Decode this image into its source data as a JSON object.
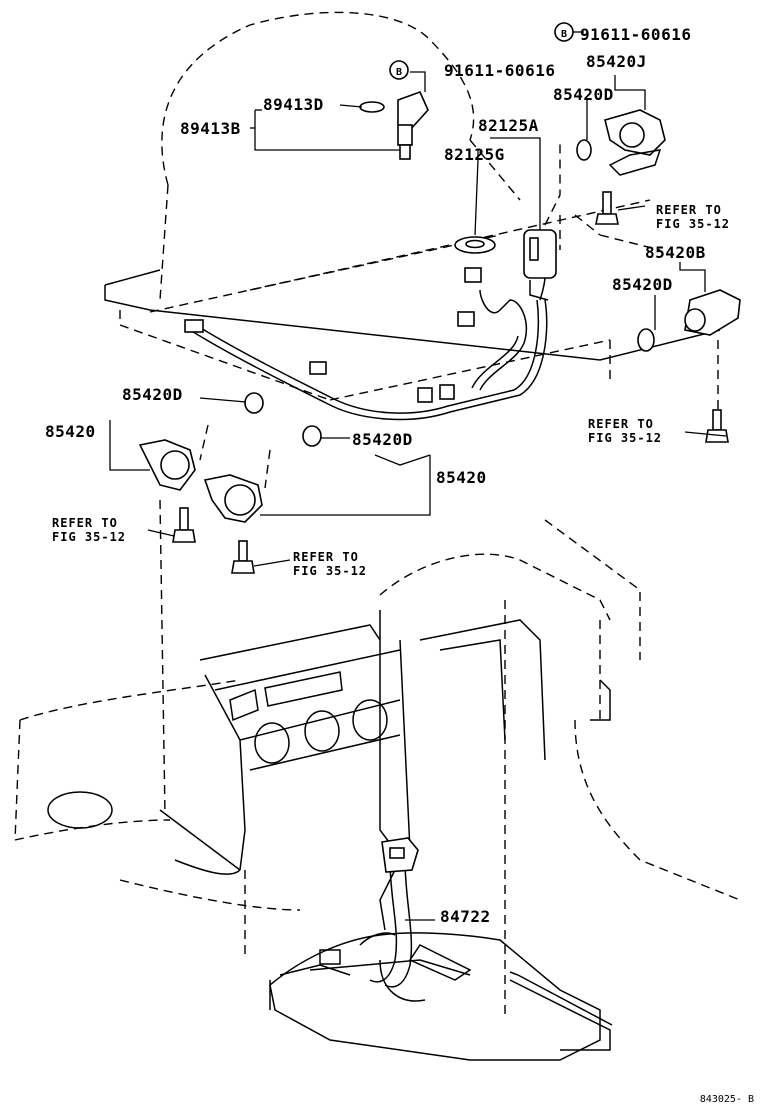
{
  "diagram": {
    "callouts": {
      "p89413D": "89413D",
      "p89413B": "89413B",
      "p91611_top": "91611-60616",
      "p91611_mid": "91611-60616",
      "p85420J": "85420J",
      "p85420D_topright": "85420D",
      "p82125A": "82125A",
      "p82125G": "82125G",
      "p85420B": "85420B",
      "p85420D_right": "85420D",
      "p85420D_left": "85420D",
      "p85420_left": "85420",
      "p85420D_center": "85420D",
      "p85420_center": "85420",
      "p84722": "84722"
    },
    "b_marker": "B",
    "refer_notes": {
      "ref1": {
        "line1": "REFER TO",
        "line2": "FIG 35-12"
      },
      "ref2": {
        "line1": "REFER TO",
        "line2": "FIG 35-12"
      },
      "ref3": {
        "line1": "REFER TO",
        "line2": "FIG 35-12"
      },
      "ref4": {
        "line1": "REFER TO",
        "line2": "FIG 35-12"
      }
    },
    "figure_code": "843025- B"
  }
}
